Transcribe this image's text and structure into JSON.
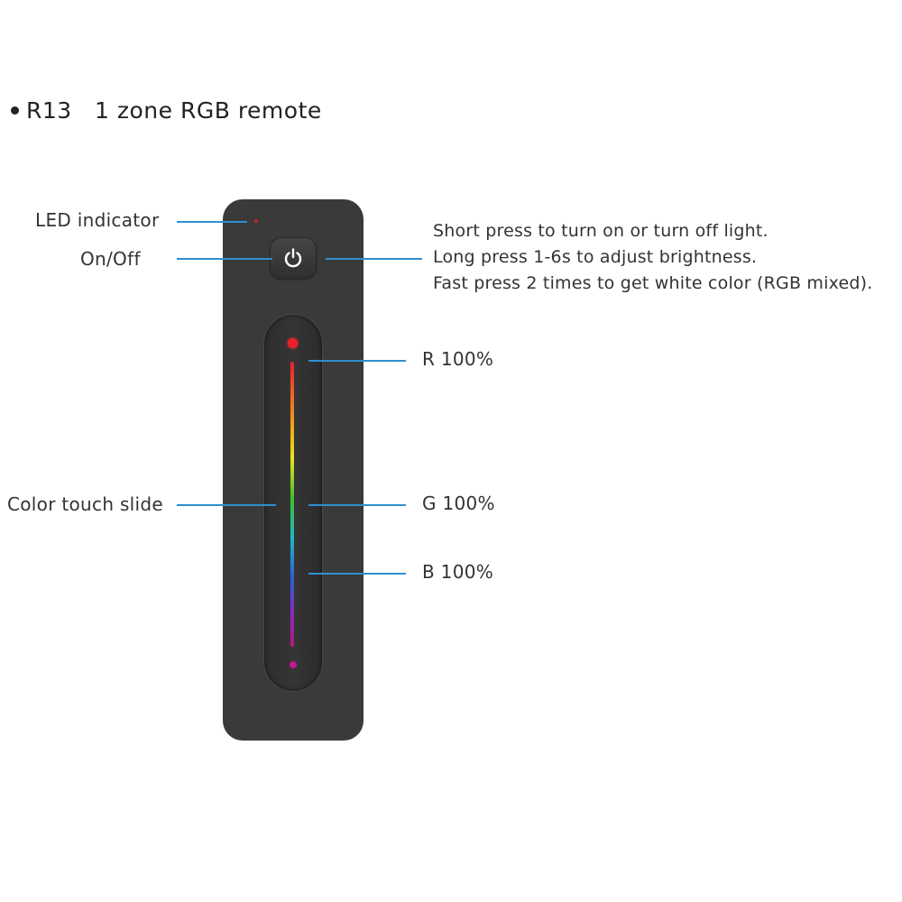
{
  "title": {
    "model": "R13",
    "name": "1 zone RGB remote"
  },
  "labels": {
    "led_indicator": "LED indicator",
    "on_off": "On/Off",
    "color_touch_slide": "Color touch slide",
    "r": "R 100%",
    "g": "G 100%",
    "b": "B 100%"
  },
  "description": [
    "Short press to turn on or turn off light.",
    "Long press 1-6s to adjust brightness.",
    "Fast press 2 times to get white color (RGB mixed)."
  ],
  "icons": {
    "power": "power-icon"
  },
  "colors": {
    "leader": "#2f8fd0",
    "remote_body": "#3a3a3a",
    "led": "#c61f2a"
  }
}
